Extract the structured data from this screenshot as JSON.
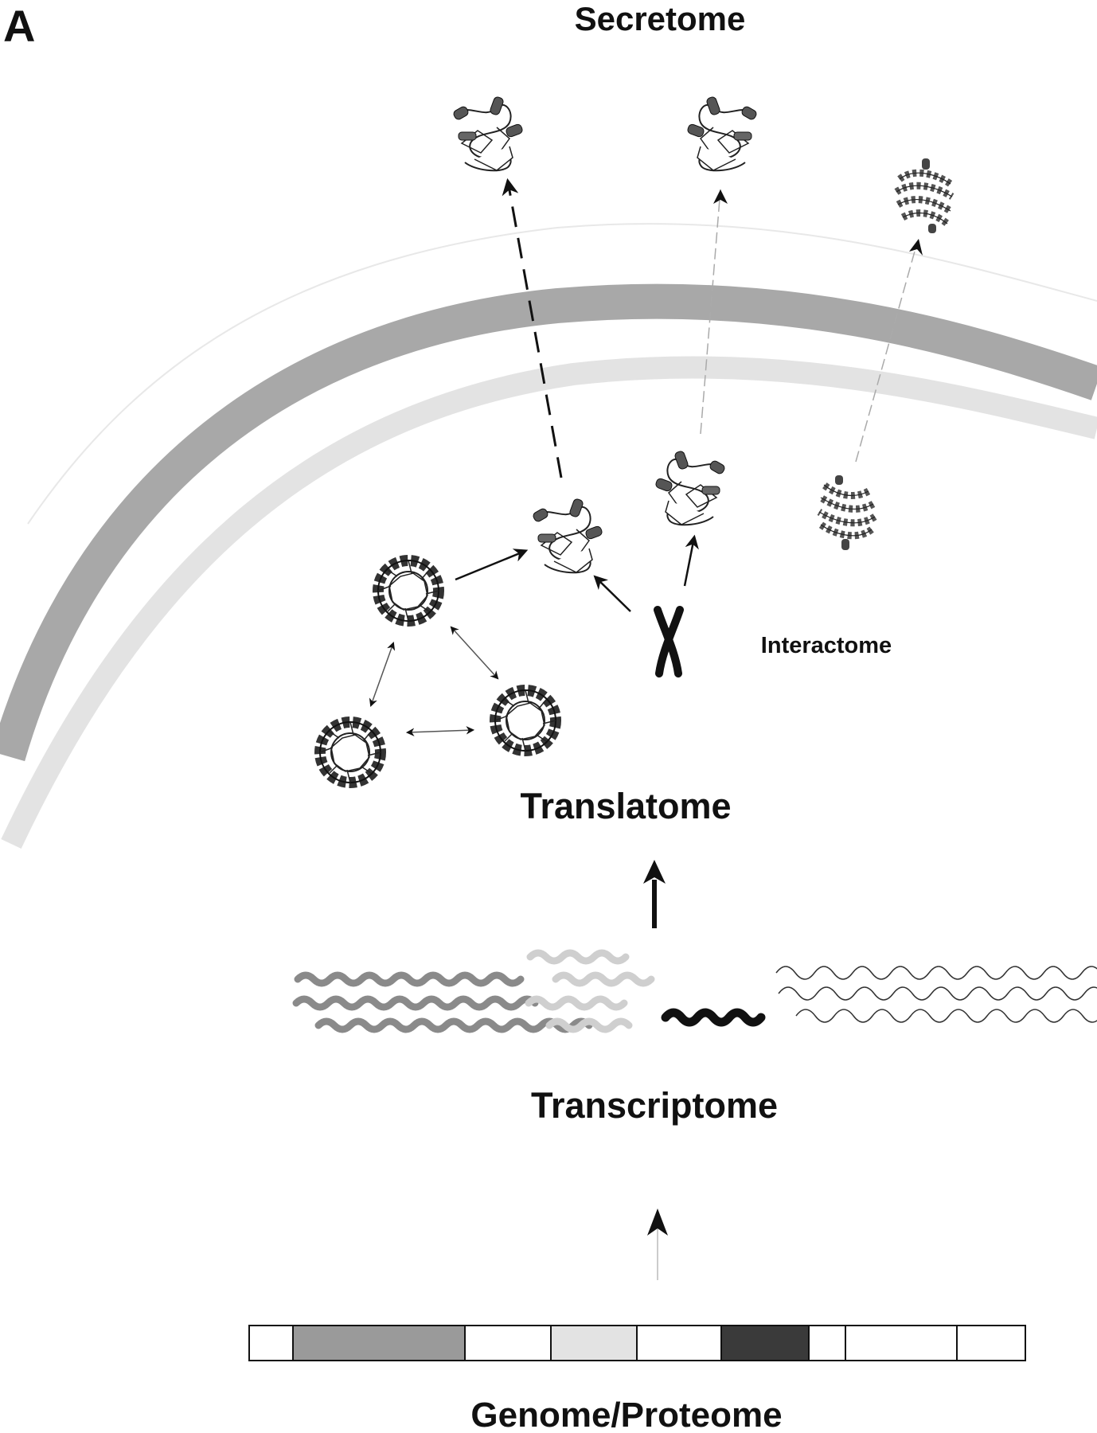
{
  "panel_letter": "A",
  "labels": {
    "secretome": "Secretome",
    "interactome": "Interactome",
    "translatome": "Translatome",
    "transcriptome": "Transcriptome",
    "genome": "Genome/Proteome"
  },
  "genome_bar": {
    "segments": [
      {
        "fill": "#ffffff"
      },
      {
        "fill": "#9a9a9a"
      },
      {
        "fill": "#ffffff"
      },
      {
        "fill": "#e3e3e3"
      },
      {
        "fill": "#ffffff"
      },
      {
        "fill": "#3a3a3a"
      },
      {
        "fill": "#ffffff"
      },
      {
        "fill": "#ffffff"
      },
      {
        "fill": "#ffffff"
      }
    ]
  },
  "colors": {
    "membrane_dark": "#a8a8a8",
    "membrane_light": "#e4e4e4",
    "ink": "#111111"
  }
}
